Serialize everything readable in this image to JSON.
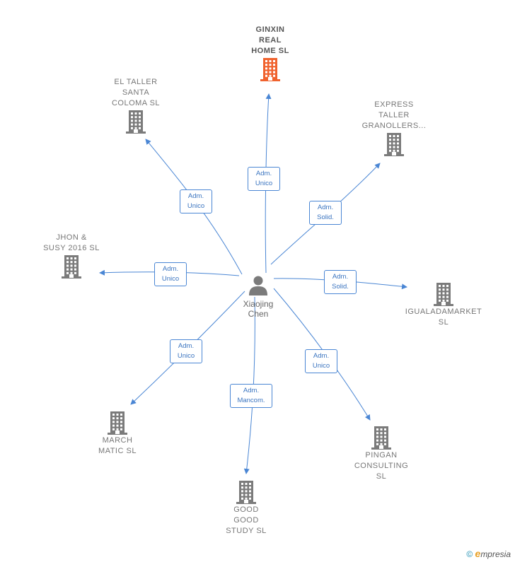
{
  "center": {
    "name": "Xiaojing\nChen"
  },
  "colors": {
    "edge": "#4a86d4",
    "node": "#7b7b7b",
    "highlight": "#f0622e"
  },
  "companies": [
    {
      "id": "ginxin",
      "name": "GINXIN\nREAL\nHOME  SL",
      "highlight": true,
      "role": "Adm.\nUnico"
    },
    {
      "id": "eltaller",
      "name": "EL TALLER\nSANTA\nCOLOMA  SL",
      "role": "Adm.\nUnico"
    },
    {
      "id": "express",
      "name": "EXPRESS\nTALLER\nGRANOLLERS...",
      "role": "Adm.\nSolid."
    },
    {
      "id": "jhon",
      "name": "JHON &\nSUSY 2016  SL",
      "role": "Adm.\nUnico"
    },
    {
      "id": "iguala",
      "name": "IGUALADAMARKET\nSL",
      "role": "Adm.\nSolid."
    },
    {
      "id": "march",
      "name": "MARCH\nMATIC  SL",
      "role": "Adm.\nUnico"
    },
    {
      "id": "good",
      "name": "GOOD\nGOOD\nSTUDY  SL",
      "role": "Adm.\nMancom."
    },
    {
      "id": "pingan",
      "name": "PINGAN\nCONSULTING\nSL",
      "role": "Adm.\nUnico"
    }
  ],
  "footer": {
    "copyright": "©",
    "brand_initial": "e",
    "brand_rest": "mpresia"
  }
}
